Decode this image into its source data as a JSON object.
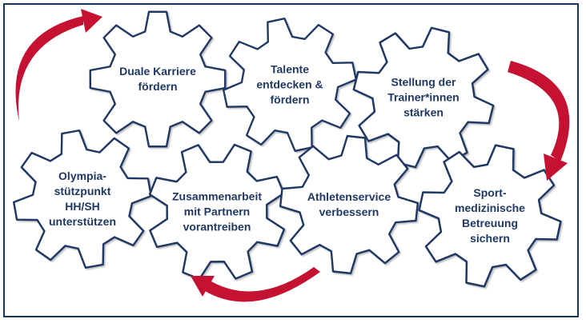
{
  "colors": {
    "navy": "#1F3864",
    "navy_dark": "#17365D",
    "red": "#C51232",
    "background": "#FFFFFF"
  },
  "gears": [
    {
      "label": "Duale Karriere fördern"
    },
    {
      "label": "Talente entdecken & fördern"
    },
    {
      "label": "Stellung der Trainer*innen stärken"
    },
    {
      "label": "Olympia-stützpunkt HH/SH unterstützen"
    },
    {
      "label": "Zusammenarbeit mit Partnern vorantreiben"
    },
    {
      "label": "Athletenservice verbessern"
    },
    {
      "label": "Sport-medizinische Betreuung sichern"
    }
  ],
  "arrows": [
    {
      "name": "curved-arrow-top-left"
    },
    {
      "name": "curved-arrow-right"
    },
    {
      "name": "curved-arrow-bottom"
    }
  ]
}
